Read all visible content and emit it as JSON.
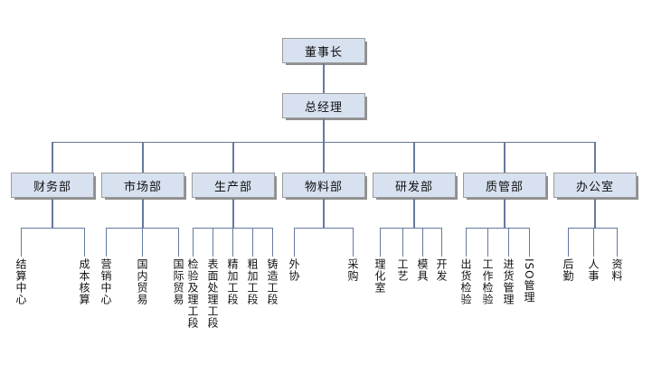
{
  "org": {
    "chairman": "董事长",
    "general_manager": "总经理",
    "departments": [
      {
        "label": "财务部",
        "children": [
          "结算中心",
          "成本核算"
        ]
      },
      {
        "label": "市场部",
        "children": [
          "营销中心",
          "国内贸易",
          "国际贸易"
        ]
      },
      {
        "label": "生产部",
        "children": [
          "检验及理工段",
          "表面处理工段",
          "精加工段",
          "粗加工段",
          "铸造工段"
        ]
      },
      {
        "label": "物料部",
        "children": [
          "外协",
          "采购"
        ]
      },
      {
        "label": "研发部",
        "children": [
          "理化室",
          "工艺",
          "模具",
          "开发"
        ]
      },
      {
        "label": "质管部",
        "children": [
          "出货检验",
          "工作检验",
          "进货管理",
          "ISO管理"
        ]
      },
      {
        "label": "办公室",
        "children": [
          "后勤",
          "人事",
          "资料"
        ]
      }
    ],
    "colors": {
      "box_fill": "#d7e1f0",
      "box_border": "#9b9b9b",
      "box_shadow": "#8f8f8f",
      "connector": "#647a9e"
    }
  }
}
